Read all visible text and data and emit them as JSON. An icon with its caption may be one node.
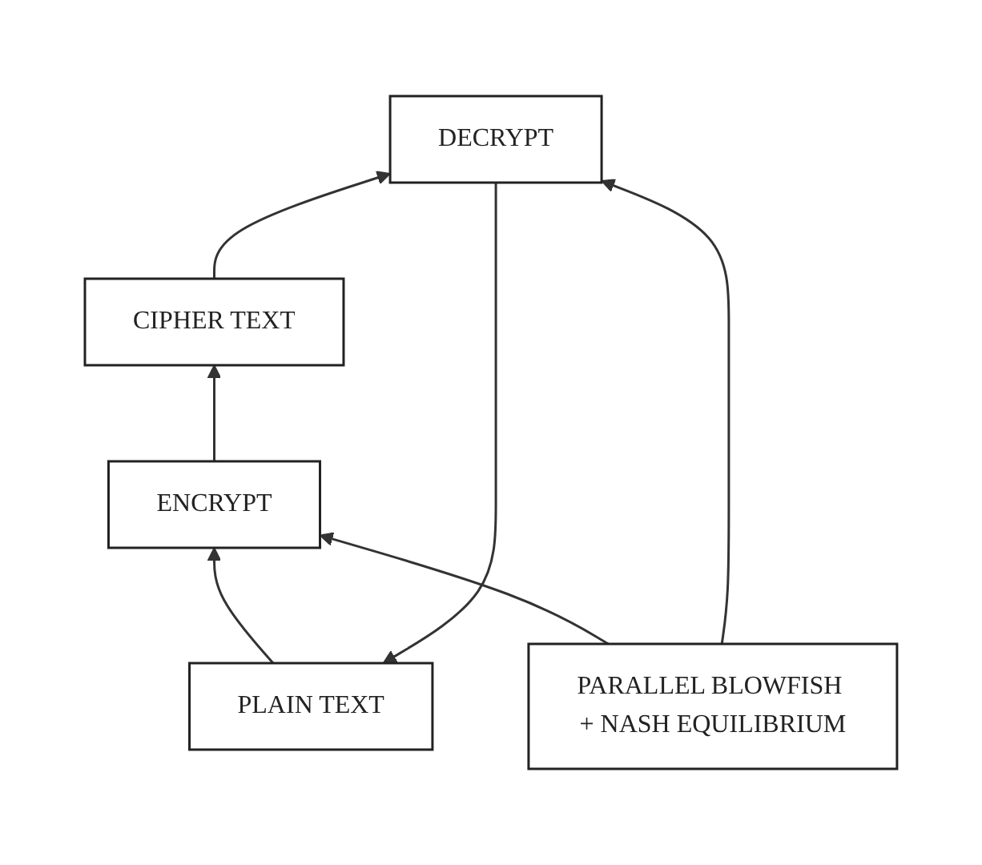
{
  "diagram": {
    "nodes": [
      {
        "text": [
          "PLAIN TEXT"
        ]
      },
      {
        "text": [
          "ENCRYPT"
        ]
      },
      {
        "text": [
          "DECRYPT"
        ]
      },
      {
        "text": [
          "CIPHER TEXT"
        ]
      },
      {
        "text": [
          "PARALLEL BLOWFISH + NASH EQUILIBRIUM"
        ]
      }
    ],
    "edges": [
      {
        "from": 0,
        "to": 1,
        "arrow": "to"
      },
      {
        "from": 1,
        "to": 3,
        "arrow": "to"
      },
      {
        "from": 3,
        "to": 2,
        "arrow": "to"
      },
      {
        "from": 2,
        "to": 0,
        "arrow": "to"
      },
      {
        "from": 4,
        "to": 1,
        "arrow": "to"
      },
      {
        "from": 4,
        "to": 2,
        "arrow": "to"
      }
    ]
  }
}
